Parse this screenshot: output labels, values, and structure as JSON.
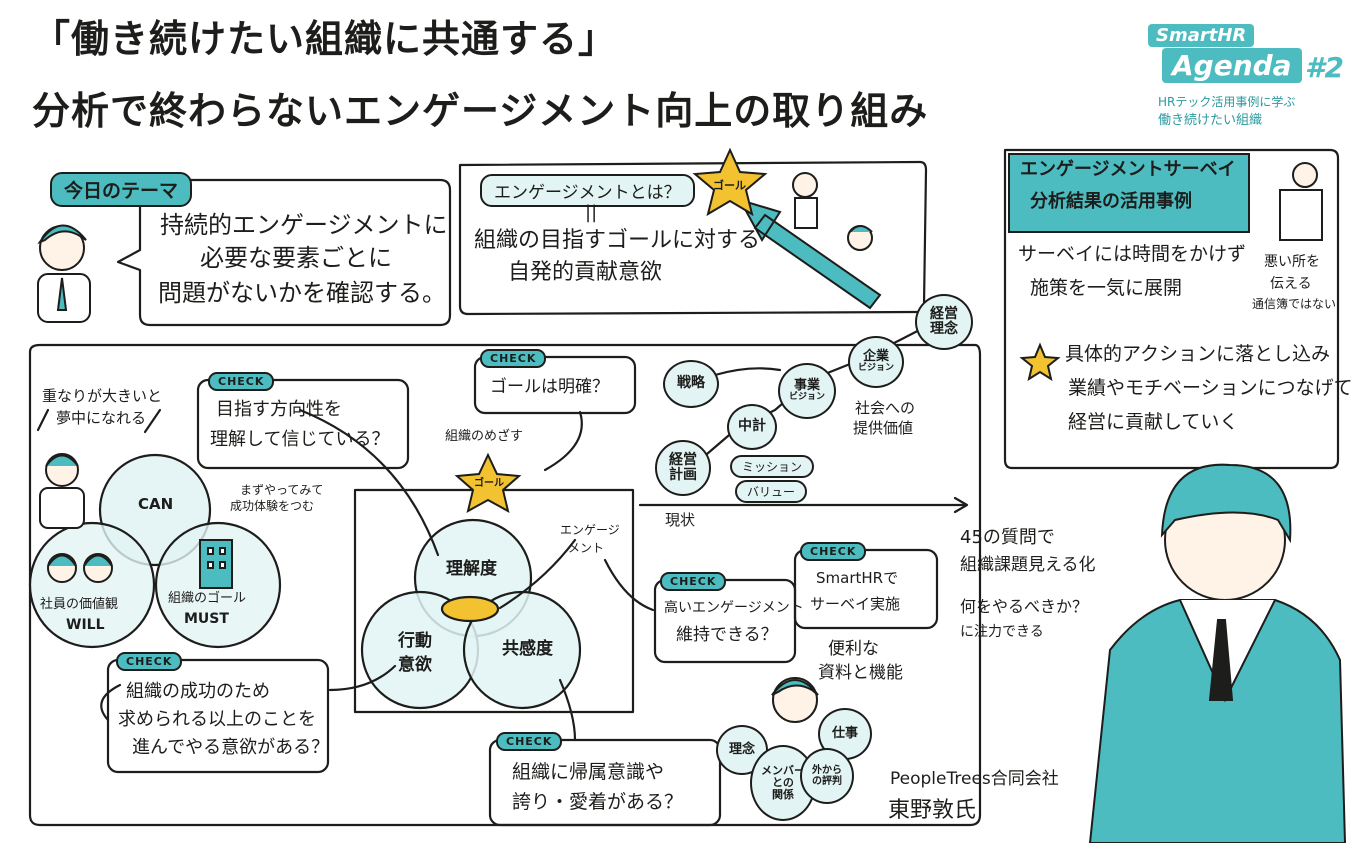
{
  "title": {
    "line1": "「働き続けたい組織に共通する」",
    "line2": "分析で終わらないエンゲージメント向上の取り組み"
  },
  "logo": {
    "brand": "SmartHR",
    "name": "Agenda",
    "number": "#2",
    "caption_line1": "HRテック活用事例に学ぶ",
    "caption_line2": "働き続けたい組織"
  },
  "theme": {
    "tag": "今日のテーマ",
    "line1": "持続的エンゲージメントに",
    "line2": "必要な要素ごとに",
    "line3": "問題がないかを確認する。"
  },
  "definition": {
    "term": "エンゲージメントとは？",
    "equals": "||",
    "line1": "組織の目指すゴールに対する",
    "line2": "自発的貢献意欲",
    "goal_label": "ゴール"
  },
  "case_study": {
    "header_line1": "エンゲージメントサーベイ",
    "header_line2": "分析結果の活用事例",
    "speed_line1": "サーベイには時間をかけず",
    "speed_line2": "施策を一気に展開",
    "note_line1": "悪い所を",
    "note_line2": "伝える",
    "note_line3": "通信簿ではない",
    "bullet_line1": "具体的アクションに落とし込み",
    "bullet_line2": "業績やモチベーションにつなげて",
    "bullet_line3": "経営に貢献していく"
  },
  "venn_left": {
    "note_line1": "重なりが大きいと",
    "note_line2": "夢中になれる",
    "can": "CAN",
    "will_line1": "社員の価値観",
    "will_line2": "WILL",
    "must_line1": "組織のゴール",
    "must_line2": "MUST"
  },
  "checks": {
    "label": "CHECK",
    "direction_line1": "目指す方向性を",
    "direction_line2": "理解して信じている？",
    "goal_clear": "ゴールは明確？",
    "success_line1": "組織の成功のため",
    "success_line2": "求められる以上のことを",
    "success_line3": "進んでやる意欲がある？",
    "belonging_line1": "組織に帰属意識や",
    "belonging_line2": "誇り・愛着がある？",
    "maintain_line1": "高いエンゲージメント",
    "maintain_line2": "維持できる？",
    "survey_line1": "SmartHRで",
    "survey_line2": "サーベイ実施"
  },
  "center": {
    "aim": "組織のめざす",
    "goal": "ゴール",
    "trial_line1": "まずやってみて",
    "trial_line2": "成功体験をつむ",
    "understanding": "理解度",
    "action_line1": "行動",
    "action_line2": "意欲",
    "empathy": "共感度",
    "engagement_line1": "エンゲージ",
    "engagement_line2": "メント"
  },
  "steps": {
    "planning_line1": "経営",
    "planning_line2": "計画",
    "strategy": "戦略",
    "midterm": "中計",
    "business_line1": "事業",
    "business_line2": "ビジョン",
    "corporate_line1": "企業",
    "corporate_line2": "ビジョン",
    "philosophy_line1": "経営",
    "philosophy_line2": "理念",
    "mission": "ミッション",
    "value": "バリュー",
    "social_line1": "社会への",
    "social_line2": "提供価値",
    "current": "現状"
  },
  "right_notes": {
    "q45_line1": "45の質問で",
    "q45_line2": "組織課題見える化",
    "focus_line1": "何をやるべきか？",
    "focus_line2": "に注力できる",
    "tools_line1": "便利な",
    "tools_line2": "資料と機能"
  },
  "people_bubbles": {
    "member_line1": "メンバー",
    "member_line2": "との",
    "member_line3": "関係",
    "philosophy": "理念",
    "work": "仕事",
    "external_line1": "外から",
    "external_line2": "の評判"
  },
  "credit": {
    "company": "PeopleTrees合同会社",
    "name": "東野敦氏"
  },
  "colors": {
    "accent": "#4cbcc0",
    "accent_light": "#e2f4f4",
    "star": "#f2c230",
    "ink": "#1d1d1b"
  },
  "icons": [
    "star-icon",
    "arrow-icon",
    "person-icon",
    "building-icon"
  ]
}
